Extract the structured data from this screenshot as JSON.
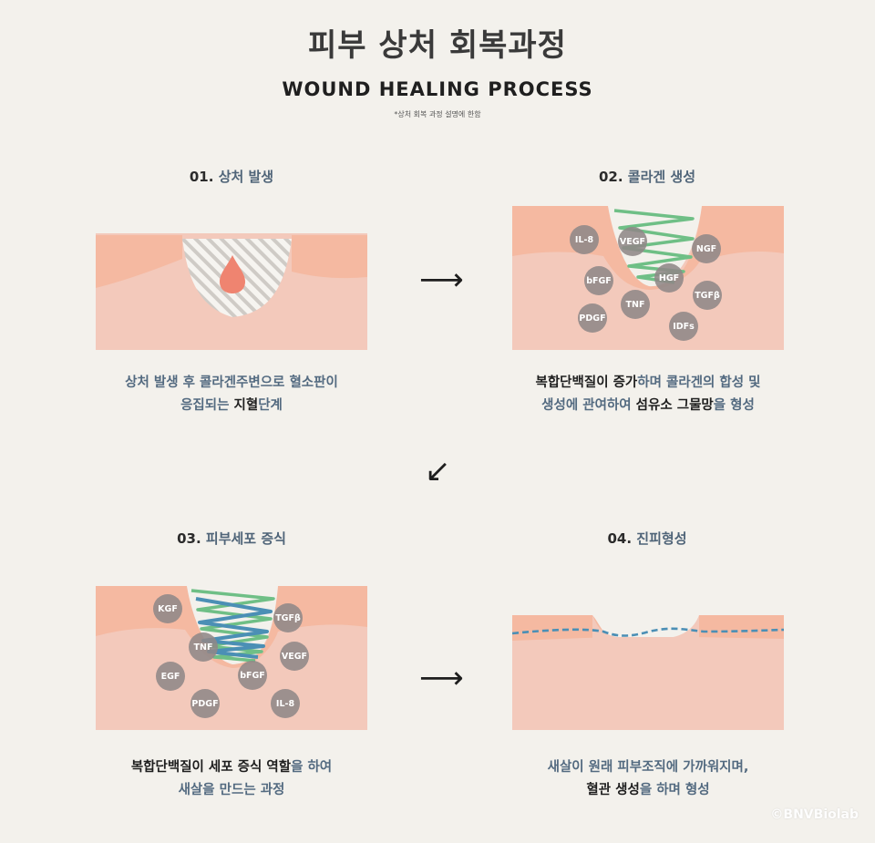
{
  "header": {
    "title_ko": "피부 상처 회복과정",
    "title_en": "WOUND HEALING PROCESS",
    "note": "*상처 회복 과정 설명에 한함"
  },
  "steps": [
    {
      "num": "01.",
      "title": "상처 발생",
      "desc_line1": "상처 발생 후 콜라겐주변으로 혈소판이",
      "desc_line2_a": "응집되는 ",
      "desc_line2_b": "지혈",
      "desc_line2_c": "단계",
      "cells": []
    },
    {
      "num": "02.",
      "title": "콜라겐 생성",
      "desc_line1_a": "복합단백질이 증가",
      "desc_line1_b": "하며 콜라겐의 합성 및",
      "desc_line2_a": "생성에 관여하여 ",
      "desc_line2_b": "섬유소 그물망",
      "desc_line2_c": "을 형성",
      "cells": [
        "IL-8",
        "VEGF",
        "NGF",
        "bFGF",
        "HGF",
        "TGFβ",
        "TNF",
        "PDGF",
        "IDFs"
      ]
    },
    {
      "num": "03.",
      "title": "피부세포 증식",
      "desc_line1_a": "복합단백질이 세포 증식 역할",
      "desc_line1_b": "을 하여",
      "desc_line2": "새살을 만드는 과정",
      "cells": [
        "KGF",
        "TGFβ",
        "TNF",
        "VEGF",
        "EGF",
        "bFGF",
        "PDGF",
        "IL-8"
      ]
    },
    {
      "num": "04.",
      "title": "진피형성",
      "desc_line1": "새살이 원래 피부조직에 가까워지며,",
      "desc_line2_a": "혈관 생성",
      "desc_line2_b": "을 하며 형성",
      "cells": []
    }
  ],
  "arrows": {
    "right": "⟶",
    "down_left": "↙"
  },
  "copyright": "©BNVBiolab",
  "colors": {
    "background": "#f3f1ec",
    "skin_top": "#f5b9a1",
    "skin_dermis": "#f3c9bb",
    "blood": "#ef8470",
    "collagen_green": "#6fbf86",
    "fiber_blue": "#4b8fb5",
    "cell_gray": "#8f8888",
    "accent_text": "#536a80"
  }
}
